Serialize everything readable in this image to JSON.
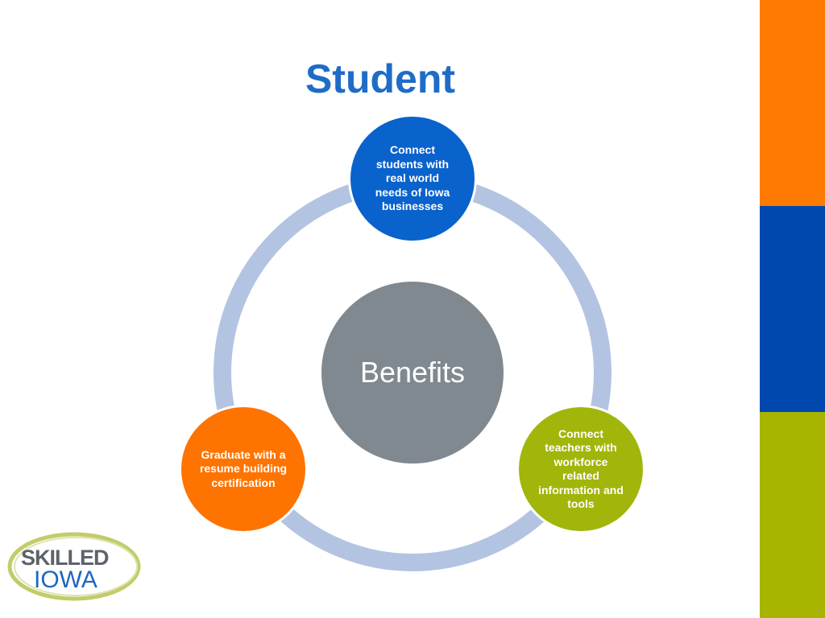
{
  "slide": {
    "title": "Student"
  },
  "diagram": {
    "center_label": "Benefits",
    "nodes": [
      {
        "id": "top",
        "text": "Connect students with real world needs of Iowa businesses",
        "color": "#0a62cc"
      },
      {
        "id": "bottom-right",
        "text": "Connect teachers with workforce related information and tools",
        "color": "#a2b50a"
      },
      {
        "id": "bottom-left",
        "text": "Graduate with a resume building certification",
        "color": "#ff7300"
      }
    ],
    "center_color": "#808890",
    "ring_color": "#b3c4e2"
  },
  "sidebar_colors": [
    "#ff7a00",
    "#0048ae",
    "#a7b400"
  ],
  "logo": {
    "line1": "SKILLED",
    "line2": "IOWA"
  }
}
